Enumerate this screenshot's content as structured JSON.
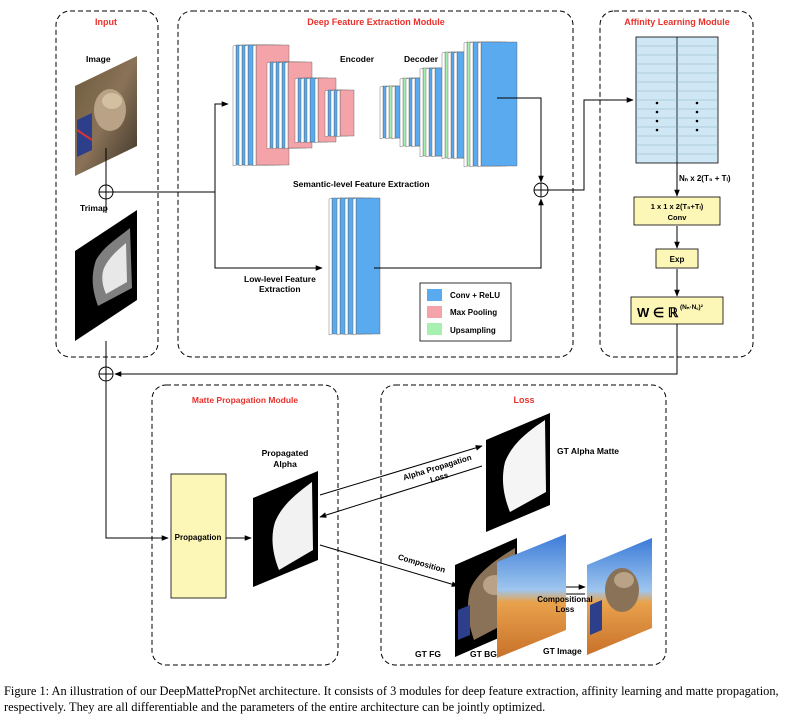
{
  "modules": {
    "input": {
      "title": "Input",
      "image_label": "Image",
      "trimap_label": "Trimap"
    },
    "deep_feature": {
      "title": "Deep Feature Extraction Module",
      "encoder_label": "Encoder",
      "decoder_label": "Decoder",
      "semantic_label": "Semantic-level Feature Extraction",
      "lowlevel_label_1": "Low-level Feature",
      "lowlevel_label_2": "Extraction"
    },
    "affinity": {
      "title": "Affinity Learning Module",
      "dims_label": "Nₙ x 2(T₅ + Tₗ)",
      "conv_label_1": "1 x 1 x 2(T₅+Tₗ)",
      "conv_label_2": "Conv",
      "exp_label": "Exp",
      "w_label": "W ∈ ℝ",
      "w_exp": "(Nₙ·N꜀)²"
    },
    "matte_propagation": {
      "title": "Matte Propagation Module",
      "propagation_label": "Propagation",
      "propagated_label_1": "Propagated",
      "propagated_label_2": "Alpha"
    },
    "loss": {
      "title": "Loss",
      "gt_alpha_label": "GT Alpha Matte",
      "alpha_loss_label_1": "Alpha Propagation",
      "alpha_loss_label_2": "Loss",
      "composition_label": "Composition",
      "gt_fg_label": "GT FG",
      "gt_bg_label": "GT BG",
      "gt_image_label": "GT Image",
      "comp_loss_label_1": "Compositional",
      "comp_loss_label_2": "Loss"
    }
  },
  "legend": [
    {
      "label": "Conv + ReLU",
      "color": "#5aaaf0"
    },
    {
      "label": "Max Pooling",
      "color": "#f4a3a8"
    },
    {
      "label": "Upsampling",
      "color": "#a6f0b0"
    }
  ],
  "caption": "Figure 1: An illustration of our DeepMattePropNet architecture. It consists of 3 modules for deep feature extraction, affinity learning and matte propagation, respectively. They are all differentiable and the parameters of the entire architecture can be jointly optimized."
}
